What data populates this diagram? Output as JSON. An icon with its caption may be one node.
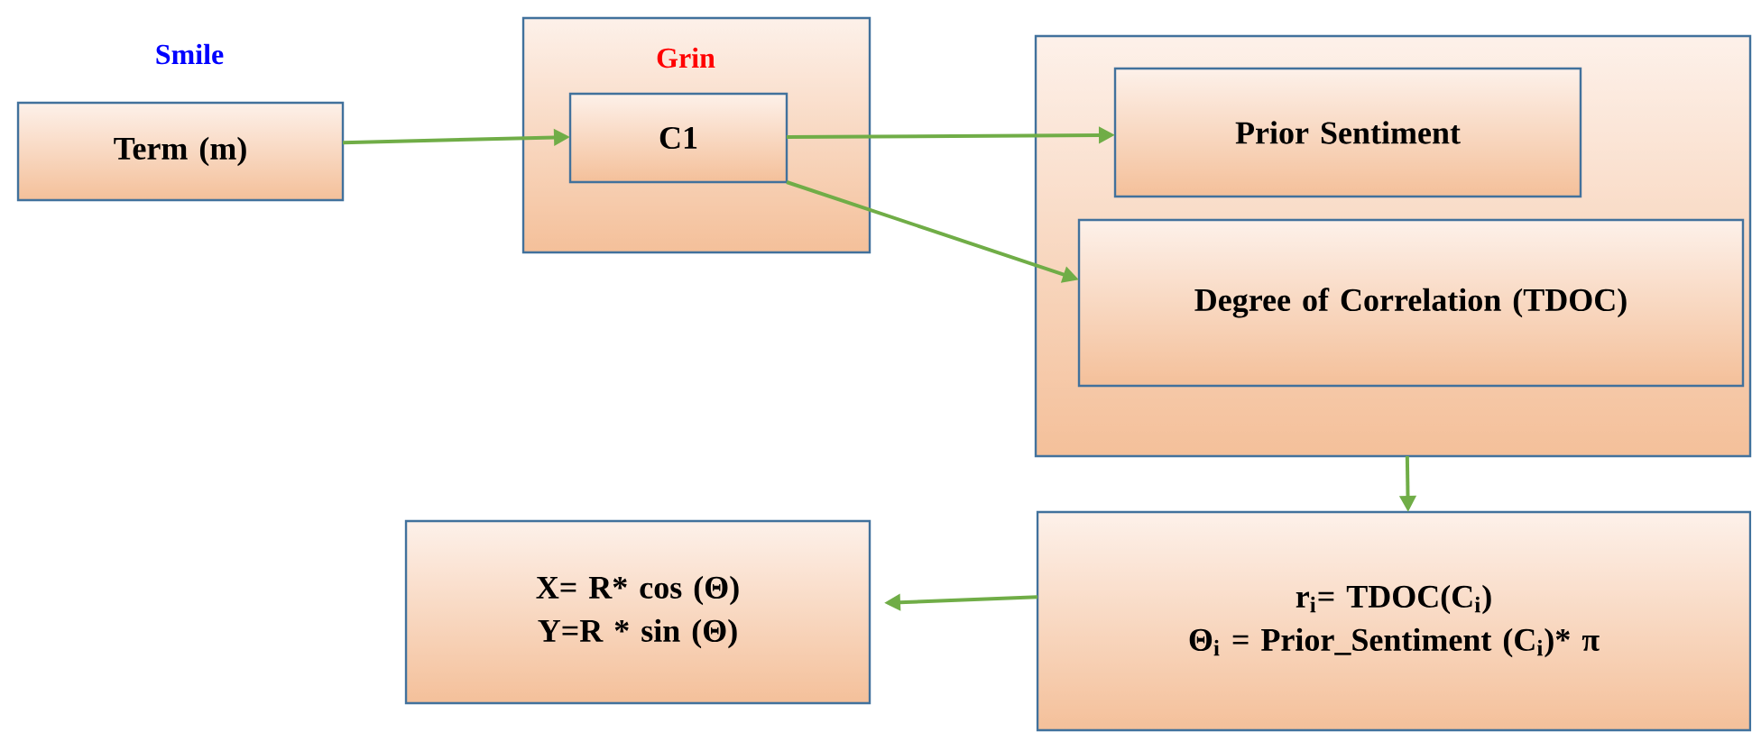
{
  "diagram": {
    "nodes": [
      {
        "text": [
          "Smile",
          "Term (m)"
        ]
      },
      {
        "text": [
          "Grin"
        ]
      },
      {
        "text": [
          "C1"
        ],
        "in": 1
      },
      {
        "text": [],
        "shape": "box"
      },
      {
        "text": [
          "Prior Sentiment"
        ],
        "in": 3
      },
      {
        "text": [
          "Degree of Correlation (TDOC)"
        ],
        "in": 3
      },
      {
        "text": [
          "r$_{i}$= TDOC(C$_{i}$)",
          "Θ$_{i}$ = Prior_Sentiment (C$_{i}$)* π"
        ]
      },
      {
        "text": [
          "X= R* cos (Θ)",
          "Y=R * sin (Θ)"
        ]
      }
    ],
    "edges": [
      {
        "from": 0,
        "to": 2,
        "arrow": "to"
      },
      {
        "from": 2,
        "to": 4,
        "arrow": "to"
      },
      {
        "from": 2,
        "to": 5,
        "arrow": "to"
      },
      {
        "from": 3,
        "to": 6,
        "arrow": "to"
      },
      {
        "from": 6,
        "to": 7,
        "arrow": "to"
      }
    ]
  }
}
